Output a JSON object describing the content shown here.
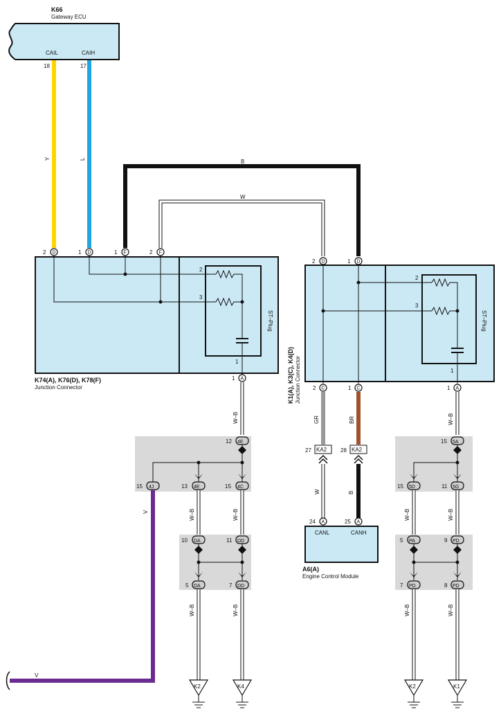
{
  "colors": {
    "module_fill": "#cbe9f5",
    "junction_block_fill": "#d9d9d9",
    "wire_Y": "#ffd500",
    "wire_L": "#1ea6e0",
    "wire_B": "#111111",
    "wire_GR": "#999999",
    "wire_BR": "#a0522d",
    "wire_V": "#6a2c91",
    "wire_W": "#ffffff"
  },
  "k66": {
    "code": "K66",
    "name": "Gateway ECU",
    "caill": "CAIL",
    "caih": "CAIH",
    "pin18": "18",
    "pin17": "17"
  },
  "wires": {
    "y": "Y",
    "l": "L",
    "b": "B",
    "w": "W",
    "gr": "GR",
    "br": "BR",
    "v": "V",
    "wb": "W–B"
  },
  "left_conn": {
    "code": "K74(A), K76(D), K78(F)",
    "name": "Junction Connector",
    "stplug": "ST–Plug",
    "top_pins": [
      {
        "num": "2",
        "letter": "D"
      },
      {
        "num": "1",
        "letter": "D"
      },
      {
        "num": "1",
        "letter": "F"
      },
      {
        "num": "2",
        "letter": "F"
      }
    ],
    "res2": "2",
    "res3": "3",
    "cap1": "1",
    "bottom_pin": {
      "num": "1",
      "letter": "A"
    }
  },
  "right_conn": {
    "code": "K1(A), K3(C), K4(D)",
    "name": "Junction Connector",
    "stplug": "ST–Plug",
    "top_pins": [
      {
        "num": "2",
        "letter": "D"
      },
      {
        "num": "1",
        "letter": "D"
      }
    ],
    "res2": "2",
    "res3": "3",
    "cap1": "1",
    "bottom_pins": [
      {
        "num": "2",
        "letter": "C"
      },
      {
        "num": "1",
        "letter": "C"
      },
      {
        "num": "1",
        "letter": "A"
      }
    ]
  },
  "left_jb": {
    "top": {
      "num": "12",
      "code": "4E"
    },
    "outs": [
      {
        "num": "15",
        "code": "4J"
      },
      {
        "num": "13",
        "code": "4E"
      },
      {
        "num": "15",
        "code": "4C"
      }
    ]
  },
  "left_jb2": {
    "tops": [
      {
        "num": "10",
        "code": "DA"
      },
      {
        "num": "11",
        "code": "DD"
      }
    ],
    "bottoms": [
      {
        "num": "5",
        "code": "DA"
      },
      {
        "num": "7",
        "code": "DD"
      }
    ]
  },
  "right_jb": {
    "top": {
      "num": "15",
      "code": "5A"
    },
    "outs": [
      {
        "num": "15",
        "code": "5D"
      },
      {
        "num": "11",
        "code": "5G"
      }
    ]
  },
  "right_jb2": {
    "tops": [
      {
        "num": "5",
        "code": "PA"
      },
      {
        "num": "9",
        "code": "PD"
      }
    ],
    "bottoms": [
      {
        "num": "7",
        "code": "PD"
      },
      {
        "num": "8",
        "code": "PD"
      }
    ]
  },
  "ka2": {
    "left": {
      "num": "27",
      "code": "KA2"
    },
    "right": {
      "num": "28",
      "code": "KA2"
    }
  },
  "ecm": {
    "code": "A6(A)",
    "name": "Engine Control Module",
    "canl": "CANL",
    "canh": "CANH",
    "pin24": "24",
    "pin25": "25",
    "letter": "A"
  },
  "grounds": [
    "K2",
    "K4",
    "K2",
    "K1"
  ]
}
